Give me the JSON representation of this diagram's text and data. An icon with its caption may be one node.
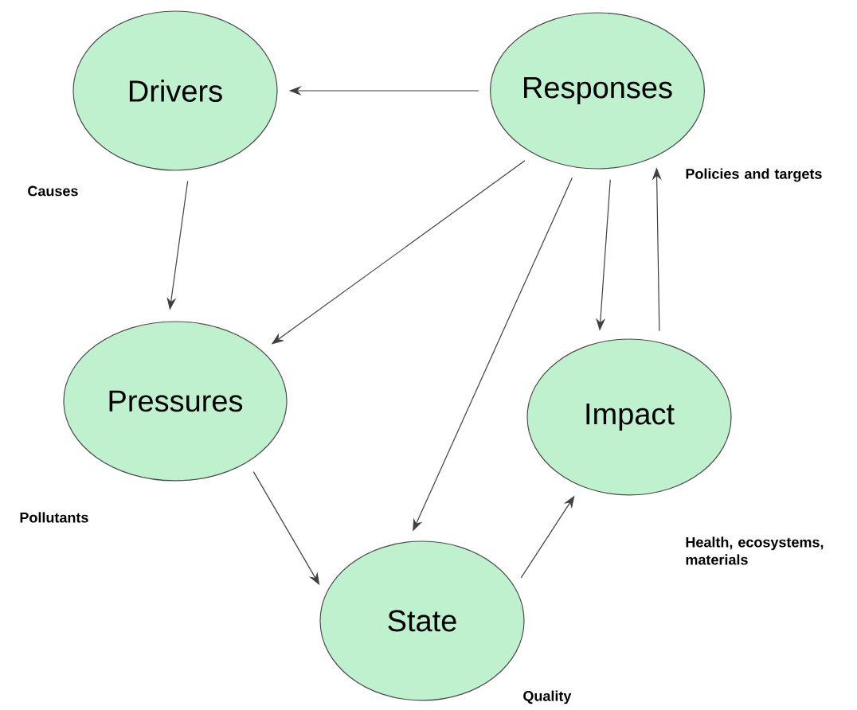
{
  "diagram": {
    "nodes": [
      {
        "text": [
          "Drivers"
        ],
        "beside": [
          "Causes"
        ]
      },
      {
        "text": [
          "Responses"
        ],
        "beside": [
          "Policies and targets"
        ]
      },
      {
        "text": [
          "Pressures"
        ],
        "beside": [
          "Pollutants"
        ]
      },
      {
        "text": [
          "Impact"
        ],
        "beside": [
          "Health, ecosystems, materials"
        ]
      },
      {
        "text": [
          "State"
        ],
        "beside": [
          "Quality"
        ]
      }
    ],
    "edges": [
      {
        "from": 1,
        "to": 0,
        "arrow": "to"
      },
      {
        "from": 0,
        "to": 2,
        "arrow": "to"
      },
      {
        "from": 1,
        "to": 2,
        "arrow": "to"
      },
      {
        "from": 1,
        "to": 4,
        "arrow": "to"
      },
      {
        "from": 1,
        "to": 3,
        "arrow": "to"
      },
      {
        "from": 3,
        "to": 1,
        "arrow": "to"
      },
      {
        "from": 2,
        "to": 4,
        "arrow": "to"
      },
      {
        "from": 4,
        "to": 3,
        "arrow": "to"
      }
    ]
  }
}
